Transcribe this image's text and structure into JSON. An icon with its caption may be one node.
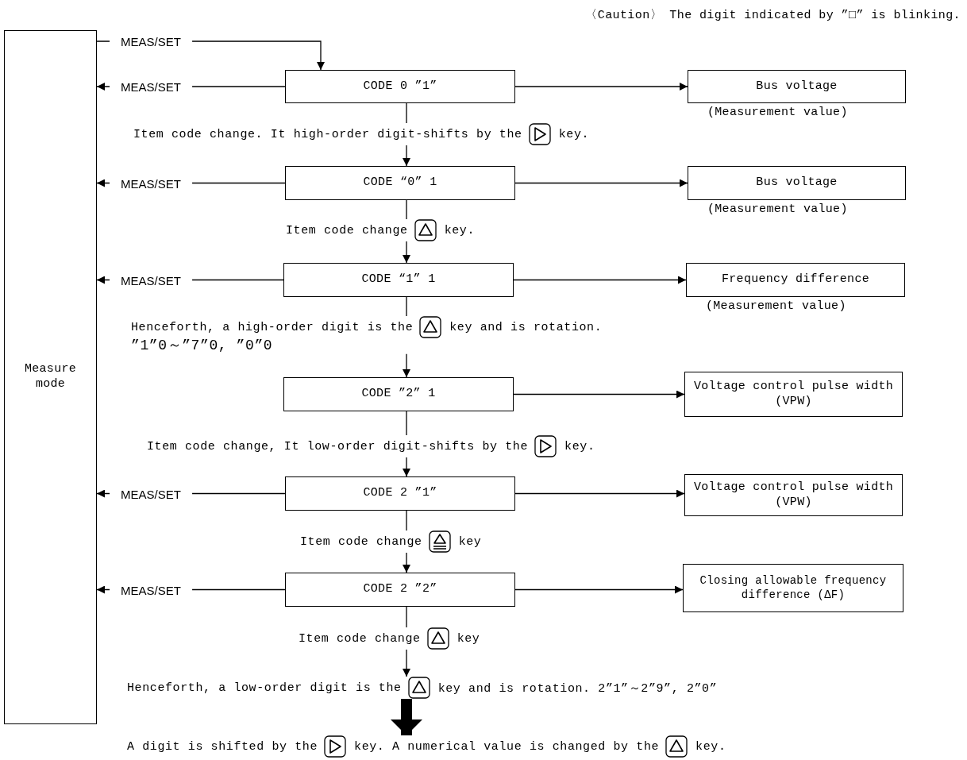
{
  "diagram": {
    "nodes": [
      {
        "text": [
          "Measure mode"
        ]
      },
      {
        "text": [
          "CODE 0 ”1”"
        ]
      },
      {
        "text": [
          "Bus voltage"
        ],
        "beside": [
          "(Measurement value)"
        ]
      },
      {
        "text": [
          "Item code change. It high-order digit-shifts by the",
          "key."
        ]
      },
      {
        "text": [
          "CODE “0” 1"
        ]
      },
      {
        "text": [
          "Bus voltage"
        ],
        "beside": [
          "(Measurement value)"
        ]
      },
      {
        "text": [
          "Item code change",
          "key."
        ]
      },
      {
        "text": [
          "CODE “1” 1"
        ]
      },
      {
        "text": [
          "Frequency difference"
        ],
        "beside": [
          "(Measurement value)"
        ]
      },
      {
        "text": [
          "Henceforth, a high-order digit is the",
          "key and is rotation.",
          "”1”0～”7”0, ”0”0"
        ]
      },
      {
        "text": [
          "CODE ”2” 1"
        ]
      },
      {
        "text": [
          "Voltage control pulse width (VPW)"
        ]
      },
      {
        "text": [
          "Item code change, It low-order digit-shifts by the",
          "key."
        ]
      },
      {
        "text": [
          "CODE 2 ”1”"
        ]
      },
      {
        "text": [
          "Voltage control pulse width (VPW)"
        ]
      },
      {
        "text": [
          "Item code change",
          "key"
        ]
      },
      {
        "text": [
          "CODE 2 ”2”"
        ]
      },
      {
        "text": [
          "Closing allowable frequency difference (ΔF)"
        ]
      },
      {
        "text": [
          "Item code change",
          "key"
        ]
      },
      {
        "text": [
          "Henceforth, a low-order digit is the",
          "key and is rotation. 2”1”～2”9”, 2”0”"
        ]
      },
      {
        "text": [
          "A digit is shifted by the",
          "key.  A numerical value is changed by the",
          "key."
        ]
      }
    ],
    "edges": [
      {
        "from": 0,
        "to": 1,
        "arrow": "to",
        "label": "MEAS/SET"
      },
      {
        "from": 1,
        "to": 0,
        "arrow": "to",
        "label": "MEAS/SET"
      },
      {
        "from": 1,
        "to": 2,
        "arrow": "to"
      },
      {
        "from": 1,
        "to": 3,
        "arrow": "none"
      },
      {
        "from": 3,
        "to": 4,
        "arrow": "to"
      },
      {
        "from": 4,
        "to": 0,
        "arrow": "to",
        "label": "MEAS/SET"
      },
      {
        "from": 4,
        "to": 5,
        "arrow": "to"
      },
      {
        "from": 4,
        "to": 6,
        "arrow": "none"
      },
      {
        "from": 6,
        "to": 7,
        "arrow": "to"
      },
      {
        "from": 7,
        "to": 0,
        "arrow": "to",
        "label": "MEAS/SET"
      },
      {
        "from": 7,
        "to": 8,
        "arrow": "to"
      },
      {
        "from": 7,
        "to": 9,
        "arrow": "none"
      },
      {
        "from": 9,
        "to": 10,
        "arrow": "to"
      },
      {
        "from": 10,
        "to": 11,
        "arrow": "to"
      },
      {
        "from": 10,
        "to": 12,
        "arrow": "none"
      },
      {
        "from": 12,
        "to": 13,
        "arrow": "to"
      },
      {
        "from": 13,
        "to": 0,
        "arrow": "to",
        "label": "MEAS/SET"
      },
      {
        "from": 13,
        "to": 14,
        "arrow": "to"
      },
      {
        "from": 13,
        "to": 15,
        "arrow": "none"
      },
      {
        "from": 15,
        "to": 16,
        "arrow": "to"
      },
      {
        "from": 16,
        "to": 0,
        "arrow": "to",
        "label": "MEAS/SET"
      },
      {
        "from": 16,
        "to": 17,
        "arrow": "to"
      },
      {
        "from": 16,
        "to": 18,
        "arrow": "none"
      },
      {
        "from": 18,
        "to": 19,
        "arrow": "to"
      },
      {
        "from": 19,
        "to": 20,
        "arrow": "to",
        "style": "thick"
      }
    ],
    "labels": [
      "〈Caution〉 The digit indicated by ”□” is blinking."
    ]
  }
}
